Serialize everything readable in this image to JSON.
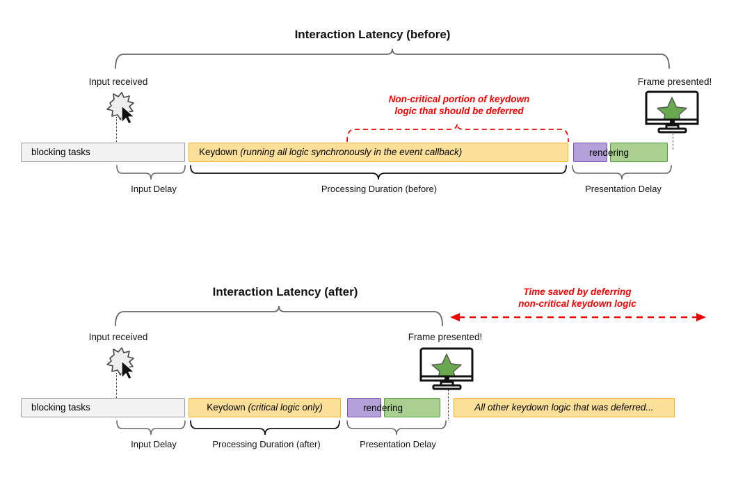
{
  "diagram": {
    "type": "interaction-latency-timeline",
    "colors": {
      "blocking_fill": "#f2f2f2",
      "blocking_border": "#9a9a9a",
      "keydown_fill": "#fce09a",
      "keydown_border": "#f0b323",
      "rendering_purple_fill": "#b5a1d9",
      "rendering_purple_border": "#7b52ab",
      "rendering_green_fill": "#a9d08e",
      "rendering_green_border": "#4e9a3c",
      "annotation_red": "#ef0000",
      "brace_gray": "#666666",
      "brace_black": "#111111",
      "star_green": "#6aa84f"
    },
    "before": {
      "title": "Interaction Latency (before)",
      "input_label": "Input received",
      "frame_label": "Frame presented!",
      "annotation_line1": "Non-critical portion of keydown",
      "annotation_line2": "logic that should be deferred",
      "bars": {
        "blocking": "blocking tasks",
        "keydown_prefix": "Keydown ",
        "keydown_italic": "(running all logic synchronously in the event callback)",
        "rendering": "rendering"
      },
      "phases": [
        "Input Delay",
        "Processing Duration (before)",
        "Presentation Delay"
      ]
    },
    "after": {
      "title": "Interaction Latency (after)",
      "input_label": "Input received",
      "frame_label": "Frame presented!",
      "annotation_line1": "Time saved by deferring",
      "annotation_line2": "non-critical keydown logic",
      "bars": {
        "blocking": "blocking tasks",
        "keydown_prefix": "Keydown ",
        "keydown_italic": "(critical logic only)",
        "rendering": "rendering",
        "deferred": "All other keydown logic that was deferred..."
      },
      "phases": [
        "Input Delay",
        "Processing Duration (after)",
        "Presentation Delay"
      ]
    },
    "icons": {
      "burst": "burst-cursor-icon",
      "monitor": "monitor-star-icon"
    }
  }
}
